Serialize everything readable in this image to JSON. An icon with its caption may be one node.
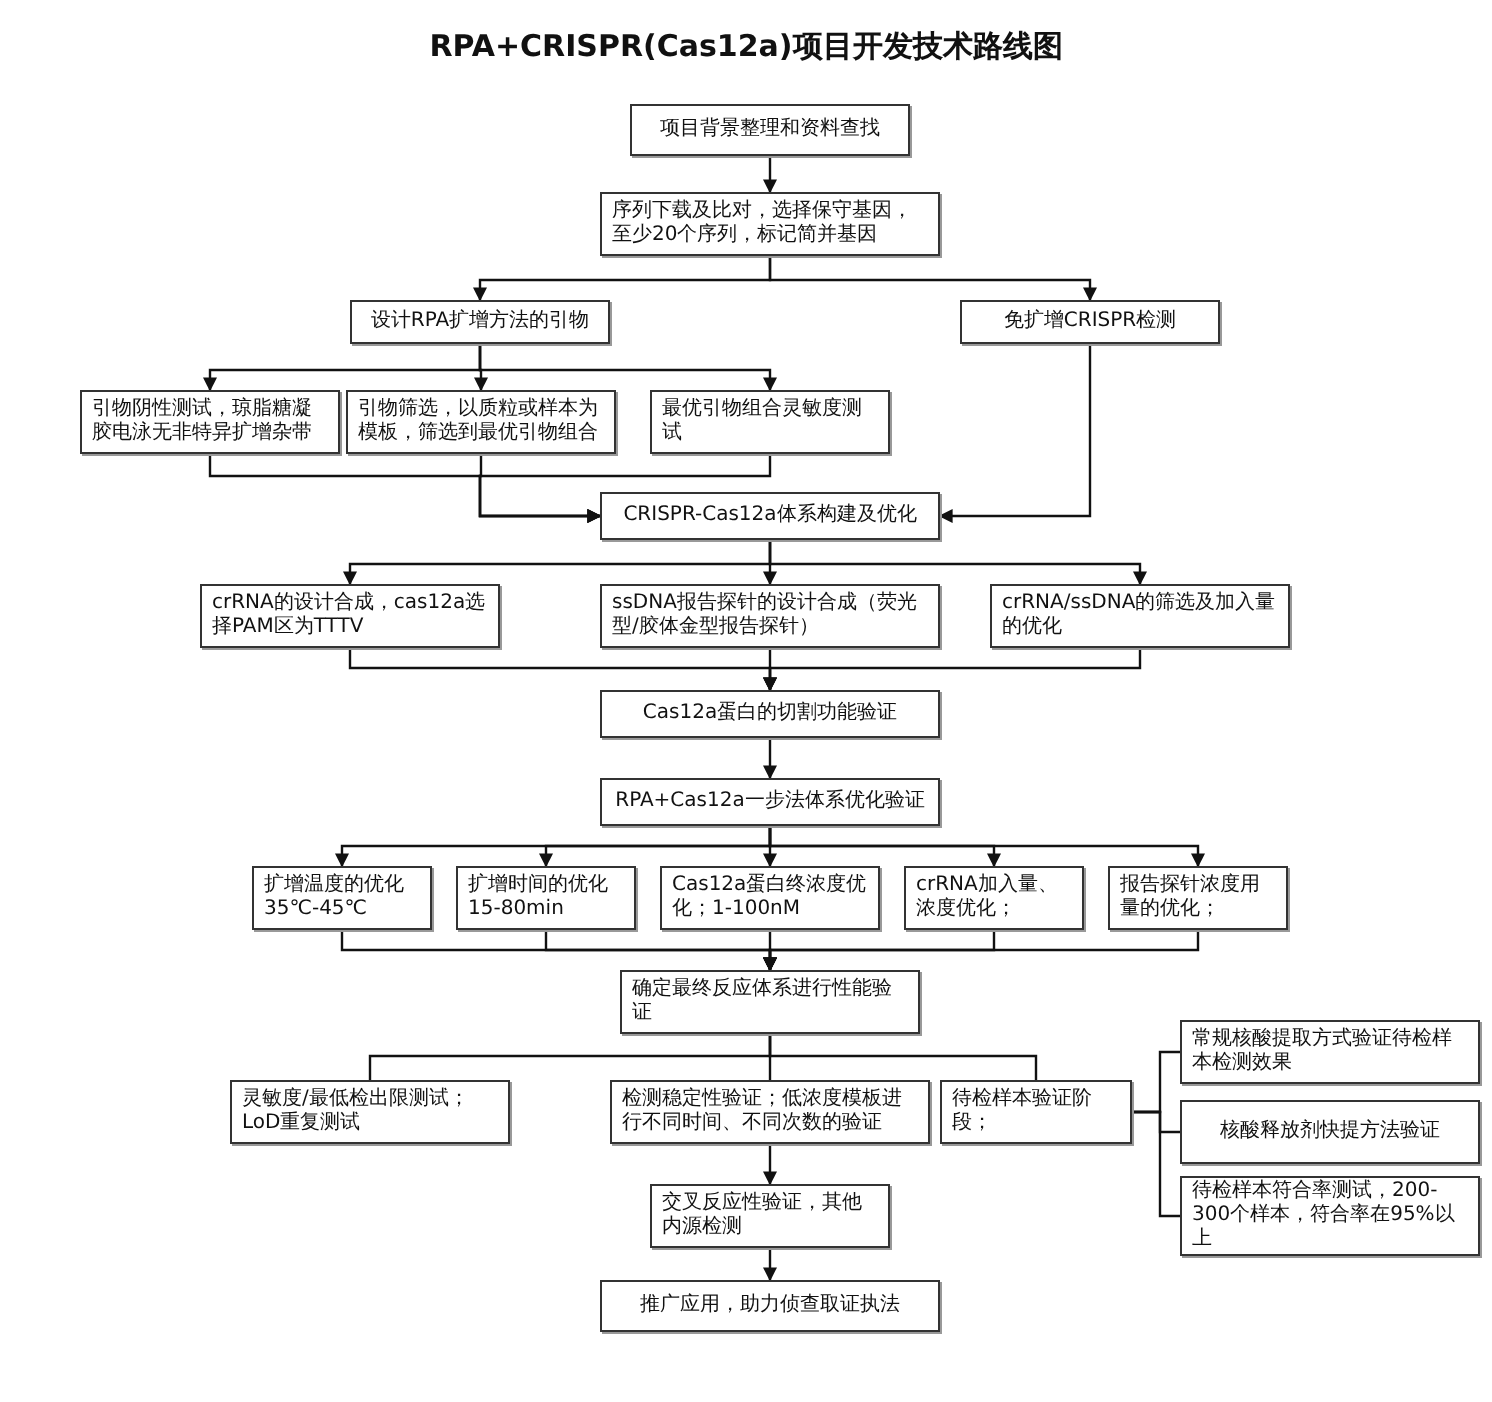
{
  "diagram": {
    "title": "RPA+CRISPR(Cas12a)项目开发技术路线图",
    "nodes": [
      {
        "text": [
          "项目背景整理和资料查找"
        ]
      },
      {
        "text": [
          "序列下载及比对，选择保守基因，至少20个序列，标记简并基因"
        ]
      },
      {
        "text": [
          "设计RPA扩增方法的引物"
        ]
      },
      {
        "text": [
          "免扩增CRISPR检测"
        ]
      },
      {
        "text": [
          "引物阴性测试，琼脂糖凝胶电泳无非特异扩增杂带"
        ]
      },
      {
        "text": [
          "引物筛选，以质粒或样本为模板，筛选到最优引物组合"
        ]
      },
      {
        "text": [
          "最优引物组合灵敏度测试"
        ]
      },
      {
        "text": [
          "CRISPR-Cas12a体系构建及优化"
        ]
      },
      {
        "text": [
          "crRNA的设计合成，cas12a选择PAM区为TTTV"
        ]
      },
      {
        "text": [
          "ssDNA报告探针的设计合成（荧光型/胶体金型报告探针）"
        ]
      },
      {
        "text": [
          "crRNA/ssDNA的筛选及加入量的优化"
        ]
      },
      {
        "text": [
          "Cas12a蛋白的切割功能验证"
        ]
      },
      {
        "text": [
          "RPA+Cas12a一步法体系优化验证"
        ]
      },
      {
        "text": [
          "扩增温度的优化 35℃-45℃"
        ]
      },
      {
        "text": [
          "扩增时间的优化 15-80min"
        ]
      },
      {
        "text": [
          "Cas12a蛋白终浓度优化；1-100nM"
        ]
      },
      {
        "text": [
          "crRNA加入量、浓度优化；"
        ]
      },
      {
        "text": [
          "报告探针浓度用量的优化；"
        ]
      },
      {
        "text": [
          "确定最终反应体系进行性能验证"
        ]
      },
      {
        "text": [
          "灵敏度/最低检出限测试；LoD重复测试"
        ]
      },
      {
        "text": [
          "检测稳定性验证；低浓度模板进行不同时间、不同次数的验证"
        ]
      },
      {
        "text": [
          "待检样本验证阶段；"
        ]
      },
      {
        "text": [
          "常规核酸提取方式验证待检样本检测效果"
        ]
      },
      {
        "text": [
          "核酸释放剂快提方法验证"
        ]
      },
      {
        "text": [
          "待检样本符合率测试，200-300个样本，符合率在95%以上"
        ]
      },
      {
        "text": [
          "交叉反应性验证，其他内源检测"
        ]
      },
      {
        "text": [
          "推广应用，助力侦查取证执法"
        ]
      }
    ],
    "edges": [
      {
        "from": 0,
        "to": 1,
        "arrow": "to"
      },
      {
        "from": 1,
        "to": 2,
        "arrow": "to"
      },
      {
        "from": 1,
        "to": 3,
        "arrow": "to"
      },
      {
        "from": 2,
        "to": 4,
        "arrow": "to"
      },
      {
        "from": 2,
        "to": 5,
        "arrow": "to"
      },
      {
        "from": 2,
        "to": 6,
        "arrow": "to"
      },
      {
        "from": 4,
        "to": 7,
        "arrow": "to"
      },
      {
        "from": 5,
        "to": 7,
        "arrow": "to"
      },
      {
        "from": 6,
        "to": 7,
        "arrow": "to"
      },
      {
        "from": 3,
        "to": 7,
        "arrow": "to"
      },
      {
        "from": 7,
        "to": 8,
        "arrow": "to"
      },
      {
        "from": 7,
        "to": 9,
        "arrow": "to"
      },
      {
        "from": 7,
        "to": 10,
        "arrow": "to"
      },
      {
        "from": 8,
        "to": 11,
        "arrow": "to"
      },
      {
        "from": 9,
        "to": 11,
        "arrow": "to"
      },
      {
        "from": 10,
        "to": 11,
        "arrow": "to"
      },
      {
        "from": 11,
        "to": 12,
        "arrow": "to"
      },
      {
        "from": 12,
        "to": 13,
        "arrow": "to"
      },
      {
        "from": 12,
        "to": 14,
        "arrow": "to"
      },
      {
        "from": 12,
        "to": 15,
        "arrow": "to"
      },
      {
        "from": 12,
        "to": 16,
        "arrow": "to"
      },
      {
        "from": 12,
        "to": 17,
        "arrow": "to"
      },
      {
        "from": 13,
        "to": 18,
        "arrow": "to"
      },
      {
        "from": 14,
        "to": 18,
        "arrow": "to"
      },
      {
        "from": 15,
        "to": 18,
        "arrow": "to"
      },
      {
        "from": 16,
        "to": 18,
        "arrow": "to"
      },
      {
        "from": 17,
        "to": 18,
        "arrow": "to"
      },
      {
        "from": 18,
        "to": 19,
        "arrow": "none"
      },
      {
        "from": 18,
        "to": 20,
        "arrow": "none"
      },
      {
        "from": 18,
        "to": 21,
        "arrow": "none"
      },
      {
        "from": 21,
        "to": 22,
        "arrow": "none"
      },
      {
        "from": 21,
        "to": 23,
        "arrow": "none"
      },
      {
        "from": 21,
        "to": 24,
        "arrow": "none"
      },
      {
        "from": 20,
        "to": 25,
        "arrow": "to"
      },
      {
        "from": 25,
        "to": 26,
        "arrow": "to"
      }
    ]
  }
}
